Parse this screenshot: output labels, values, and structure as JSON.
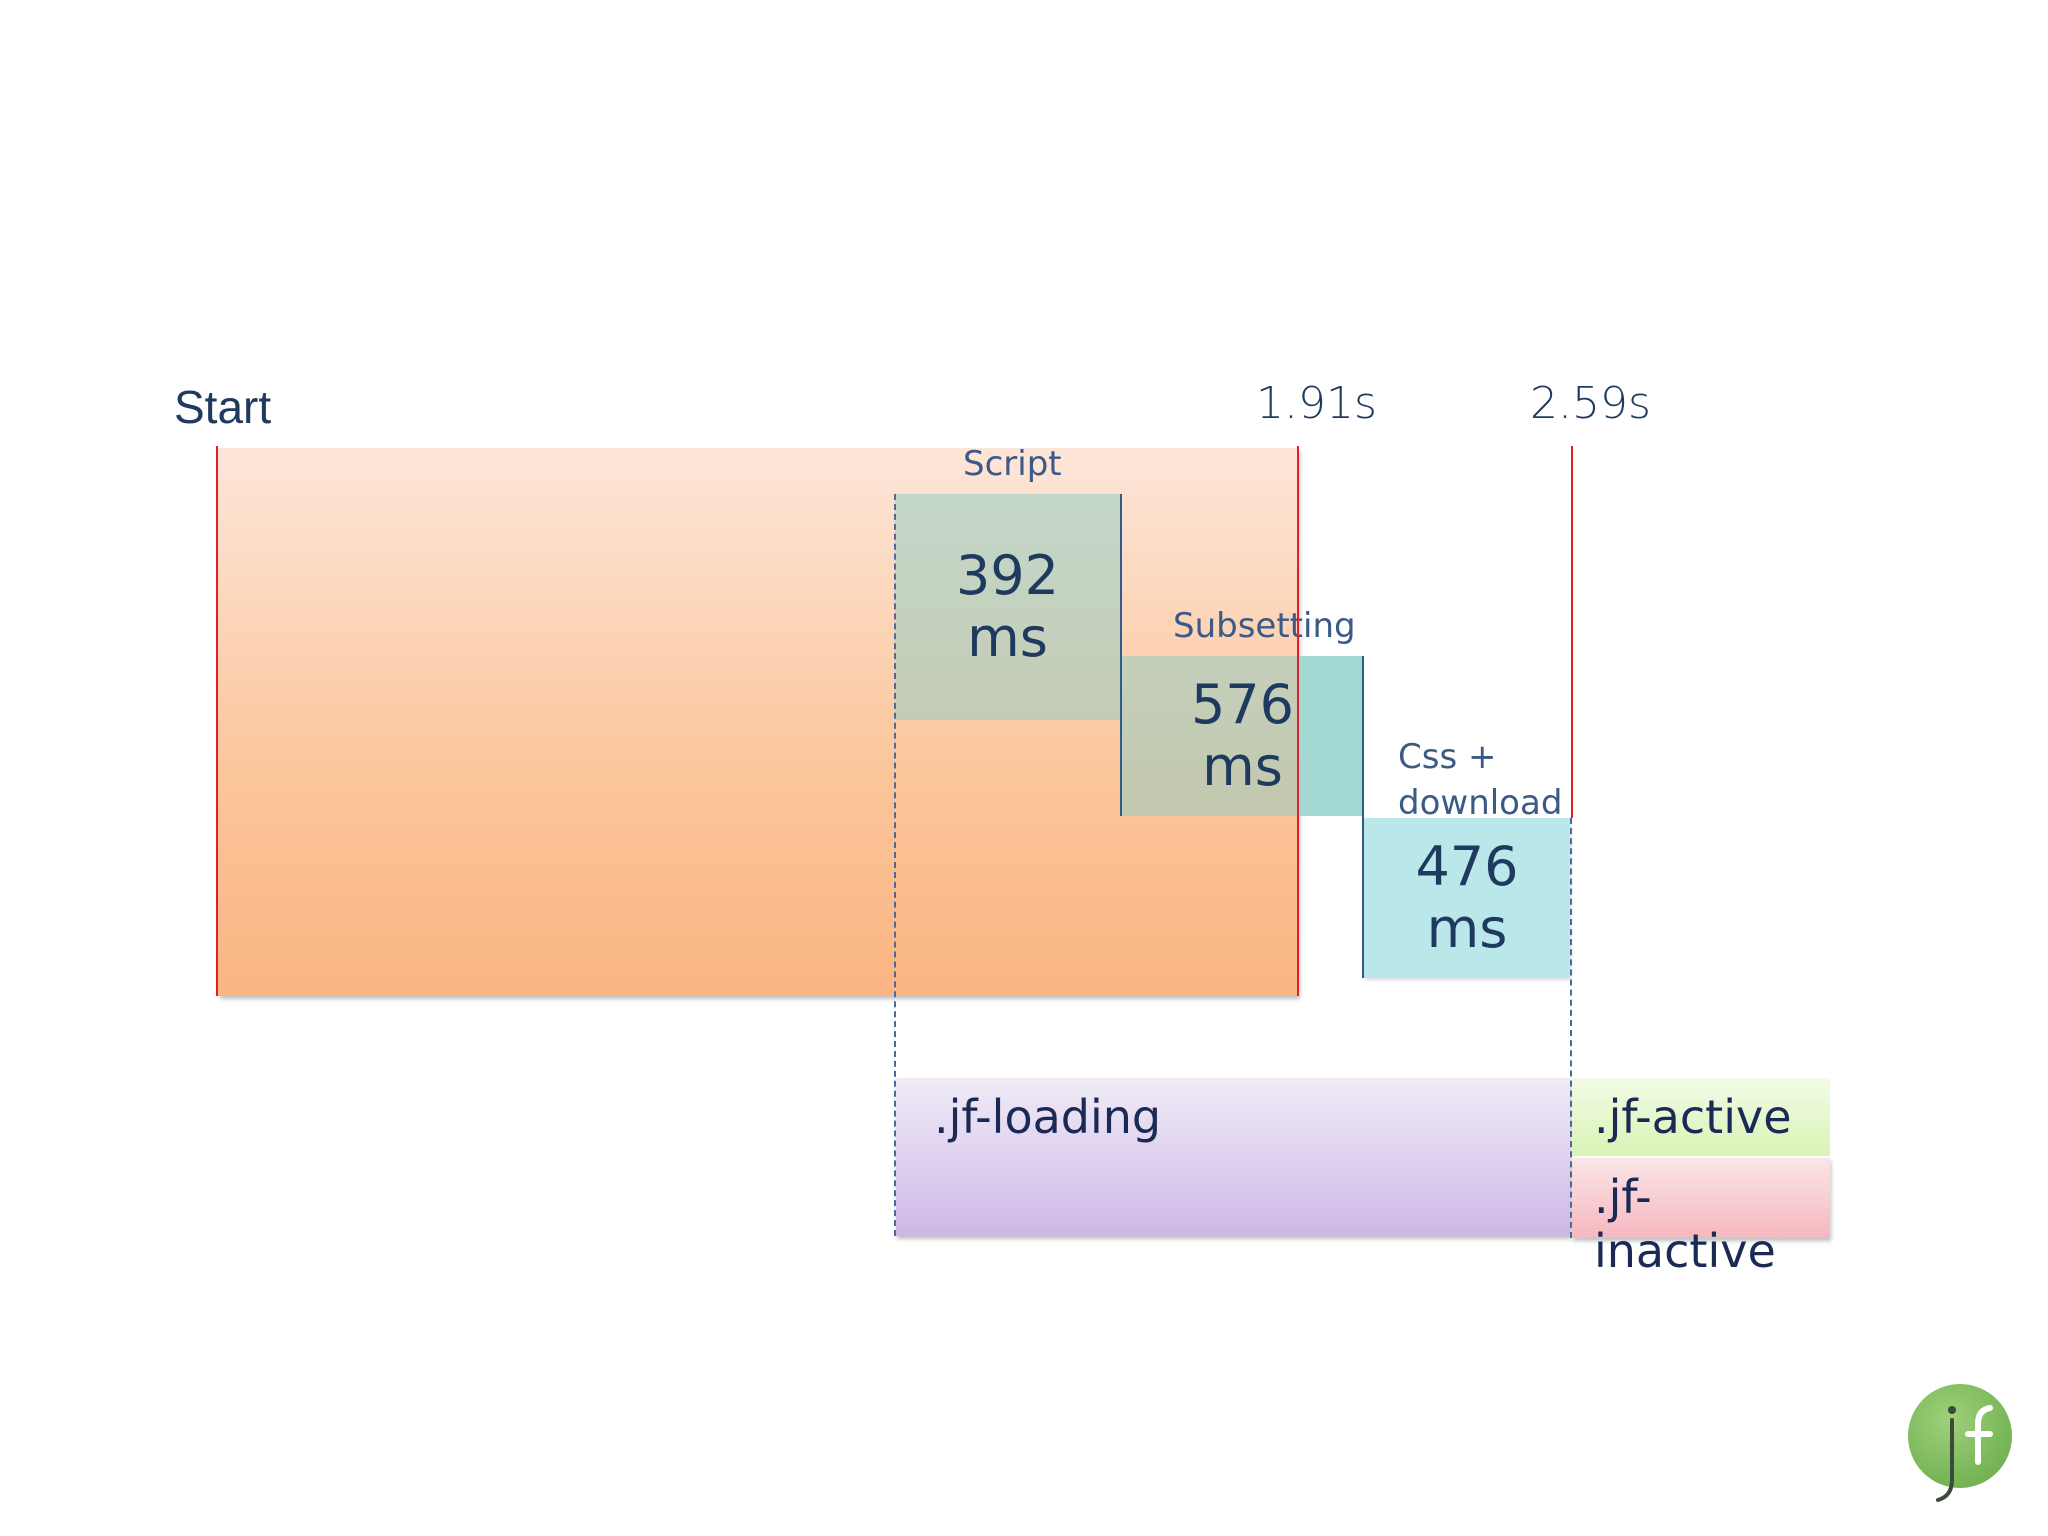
{
  "markers": {
    "start": "Start",
    "t1": "1.91s",
    "t2": "2.59s"
  },
  "steps": [
    {
      "label": "Script",
      "value": "392",
      "unit": "ms"
    },
    {
      "label": "Subsetting",
      "value": "576",
      "unit": "ms"
    },
    {
      "label_line1": "Css +",
      "label_line2": "download",
      "value": "476",
      "unit": "ms"
    }
  ],
  "states": {
    "loading": ".jf-loading",
    "active": ".jf-active",
    "inactive": ".jf-inactive"
  },
  "colors": {
    "marker_line": "#e0202a",
    "total_bar": "#fbb583",
    "step_block": "#b9e7ea",
    "loading": "#cbb7e6",
    "active": "#d9f3b5",
    "inactive": "#f5b8bf",
    "logo": "#7bb85a"
  },
  "logo": {
    "icon": "jf-logo-icon"
  }
}
